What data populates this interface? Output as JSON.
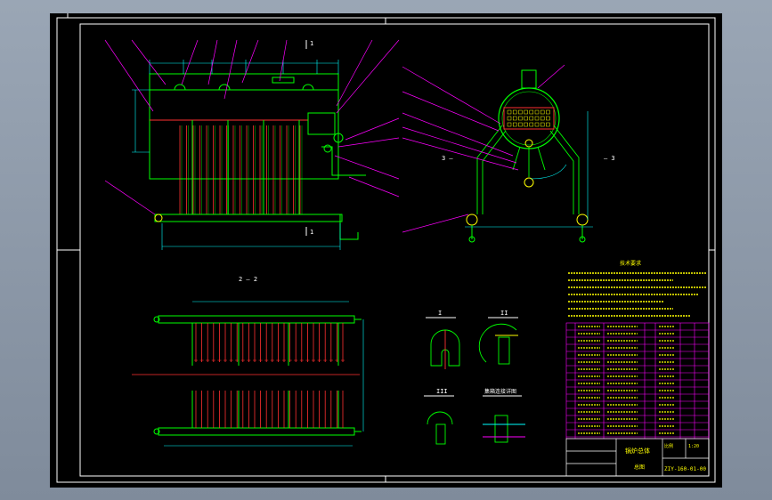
{
  "colors": {
    "background": "#000000",
    "frame": "#ffffff",
    "outline": "#00ff00",
    "tubes": "#ff3030",
    "dimension": "#00ffff",
    "leader": "#ff00ff",
    "text": "#ffff00",
    "table": "#ff00ff"
  },
  "views": {
    "front": {
      "section_label": "1",
      "section_label_bottom": "1"
    },
    "side": {
      "section_left": "3 —",
      "section_right": "— 3"
    },
    "plan": {
      "title": "2 — 2"
    },
    "detail_a": {
      "label": "I"
    },
    "detail_b": {
      "label": "II"
    },
    "detail_c": {
      "label": "III"
    },
    "detail_d": {
      "label": "集箱连接详图"
    }
  },
  "notes": {
    "title": "技术要求"
  },
  "title_block": {
    "drawing_title": "锅炉总体",
    "drawing_number": "ZIY-160-01-00",
    "sheet_label": "总图",
    "scale_label": "比例",
    "scale_value": "1:20"
  }
}
